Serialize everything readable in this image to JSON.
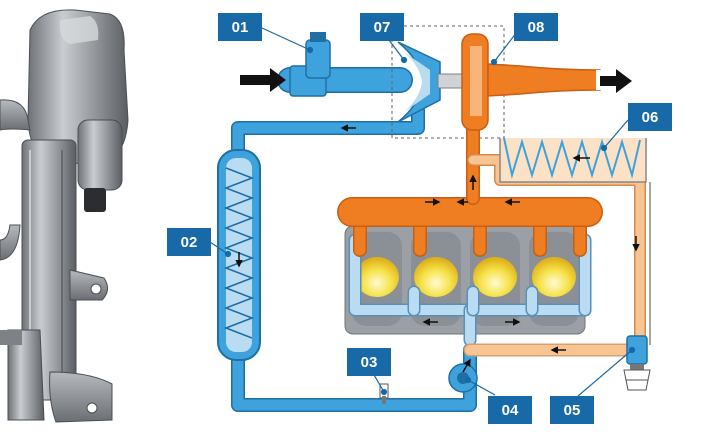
{
  "callouts": [
    {
      "id": "01",
      "text": "01"
    },
    {
      "id": "02",
      "text": "02"
    },
    {
      "id": "03",
      "text": "03"
    },
    {
      "id": "04",
      "text": "04"
    },
    {
      "id": "05",
      "text": "05"
    },
    {
      "id": "06",
      "text": "06"
    },
    {
      "id": "07",
      "text": "07"
    },
    {
      "id": "08",
      "text": "08"
    }
  ],
  "colors": {
    "callout_box": "#1769a8",
    "intake_air": "#3ea2dc",
    "intake_light": "#b9dcf2",
    "exhaust": "#ef7d22",
    "exhaust_light": "#f7c493",
    "engine_block": "#9aa0a6",
    "combustion": "#f6e24b",
    "arrow": "#111111"
  }
}
